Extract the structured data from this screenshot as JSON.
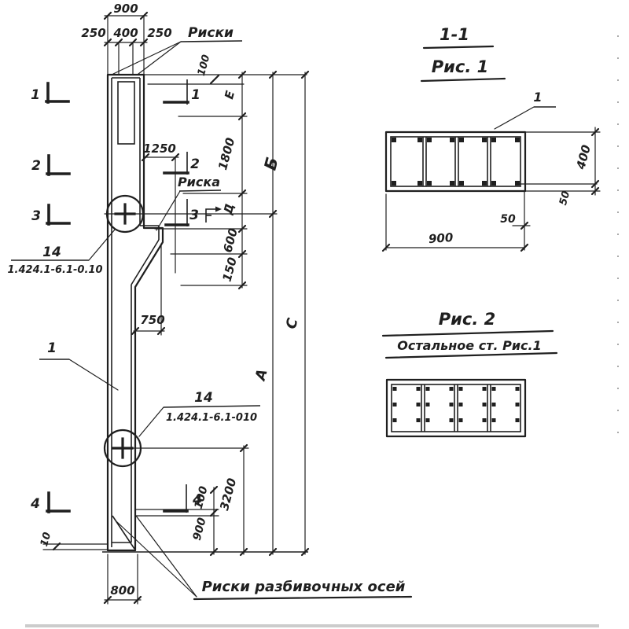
{
  "drawing": {
    "colors": {
      "ink": "#1f1f1f",
      "paper": "#ffffff"
    },
    "main_view": {
      "top_overall_dim": "900",
      "top_dims": [
        "250",
        "400",
        "250"
      ],
      "riski_top_label": "Риски",
      "dim_100_top": "100",
      "section_numbers": [
        "1",
        "2",
        "3",
        "4"
      ],
      "dim_1250": "1250",
      "riska_label": "Риска",
      "letter_e": "Е",
      "dim_1800": "1800",
      "letter_d": "Д",
      "dim_600": "600",
      "dim_150": "150",
      "letter_b": "Б",
      "letter_a": "А",
      "letter_c": "С",
      "dim_750": "750",
      "detail_upper_num": "14",
      "detail_upper_series": "1.424.1-6.1-0.10",
      "detail_lower_num": "14",
      "detail_lower_series": "1.424.1-6.1-010",
      "column_leader": "1",
      "dim_3200": "3200",
      "dim_100_bottom": "100",
      "dim_900_bottom": "900",
      "dim_10": "10",
      "dim_800": "800",
      "riski_bottom_label": "Риски разбивочных осей"
    },
    "section_1_1": {
      "title": "1-1",
      "figure_label": "Рис. 1",
      "rebar_leader": "1",
      "dim_width": "900",
      "dim_height": "400",
      "dim_cover_side": "50",
      "dim_cover_bottom": "50"
    },
    "figure_2": {
      "title": "Рис. 2",
      "note": "Остальное ст. Рис.1"
    }
  }
}
